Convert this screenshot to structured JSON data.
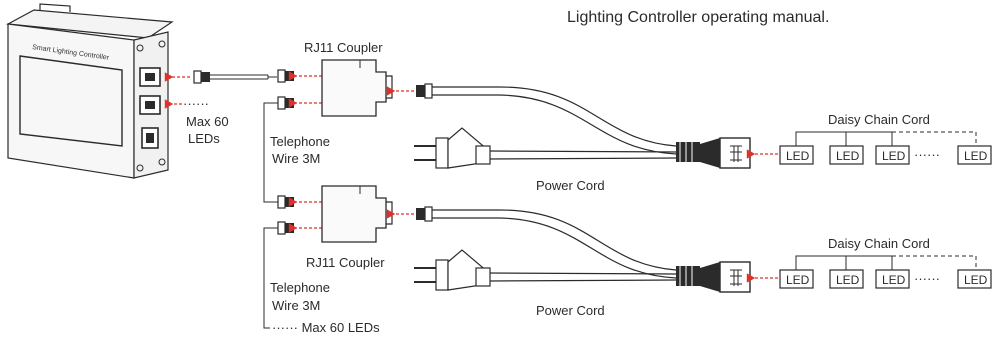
{
  "caption": "Lighting Controller operating manual.",
  "controller": {
    "label": "Smart Lighting Controller"
  },
  "controller_port_note": {
    "line1": "Max 60",
    "line2": "LEDs"
  },
  "upper": {
    "coupler_label": "RJ11 Coupler",
    "wire_line1": "Telephone",
    "wire_line2": "Wire 3M",
    "power_label": "Power Cord",
    "daisy_label": "Daisy Chain Cord",
    "led_labels": [
      "LED",
      "LED",
      "LED",
      "LED"
    ],
    "ellipsis": "······"
  },
  "lower": {
    "coupler_label": "RJ11 Coupler",
    "wire_line1": "Telephone",
    "wire_line2": "Wire 3M",
    "power_label": "Power Cord",
    "daisy_label": "Daisy Chain Cord",
    "led_labels": [
      "LED",
      "LED",
      "LED",
      "LED"
    ],
    "ellipsis": "······",
    "max_note": "······ Max 60 LEDs"
  },
  "colors": {
    "line": "#2b2b2b",
    "arrow": "#e0302a",
    "background": "#ffffff"
  }
}
